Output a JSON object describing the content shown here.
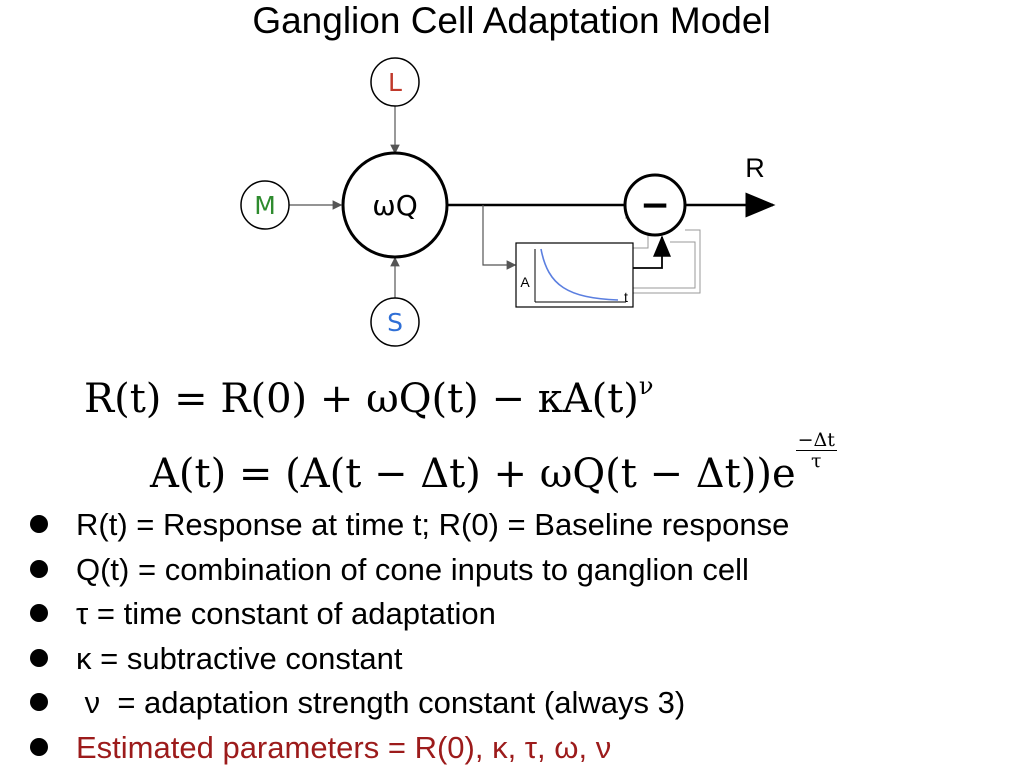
{
  "title": "Ganglion Cell Adaptation Model",
  "diagram": {
    "nodes": {
      "L": {
        "label": "L",
        "color": "#c0392b"
      },
      "M": {
        "label": "M",
        "color": "#2e8b2e"
      },
      "S": {
        "label": "S",
        "color": "#2f6fd6"
      },
      "wq": {
        "label": "ωQ",
        "color": "#000000"
      },
      "minus": {
        "label": "−",
        "color": "#000000"
      }
    },
    "output_label": "R",
    "adaptation_box": {
      "y_label": "A",
      "x_label": "t",
      "curve_color": "#5b7fe0"
    }
  },
  "equations": {
    "eq1": {
      "text": "R(t) = R(0) + ωQ(t) − κA(t)",
      "exponent": "ν"
    },
    "eq2": {
      "text": "A(t) = (A(t − Δt) + ωQ(t − Δt))e",
      "exp_numerator": "−Δt",
      "exp_denominator": "τ"
    }
  },
  "bullets": [
    {
      "text": "R(t) = Response at time t; R(0) = Baseline response",
      "color": "#000000"
    },
    {
      "text": "Q(t) = combination of cone inputs to ganglion cell",
      "color": "#000000"
    },
    {
      "text": "τ = time constant of adaptation",
      "color": "#000000"
    },
    {
      "text": "κ = subtractive constant",
      "color": "#000000"
    },
    {
      "text": " ν  = adaptation strength constant (always 3)",
      "color": "#000000"
    },
    {
      "text": "Estimated parameters = R(0), κ, τ, ω, ν",
      "color": "#9c1b1b"
    }
  ]
}
